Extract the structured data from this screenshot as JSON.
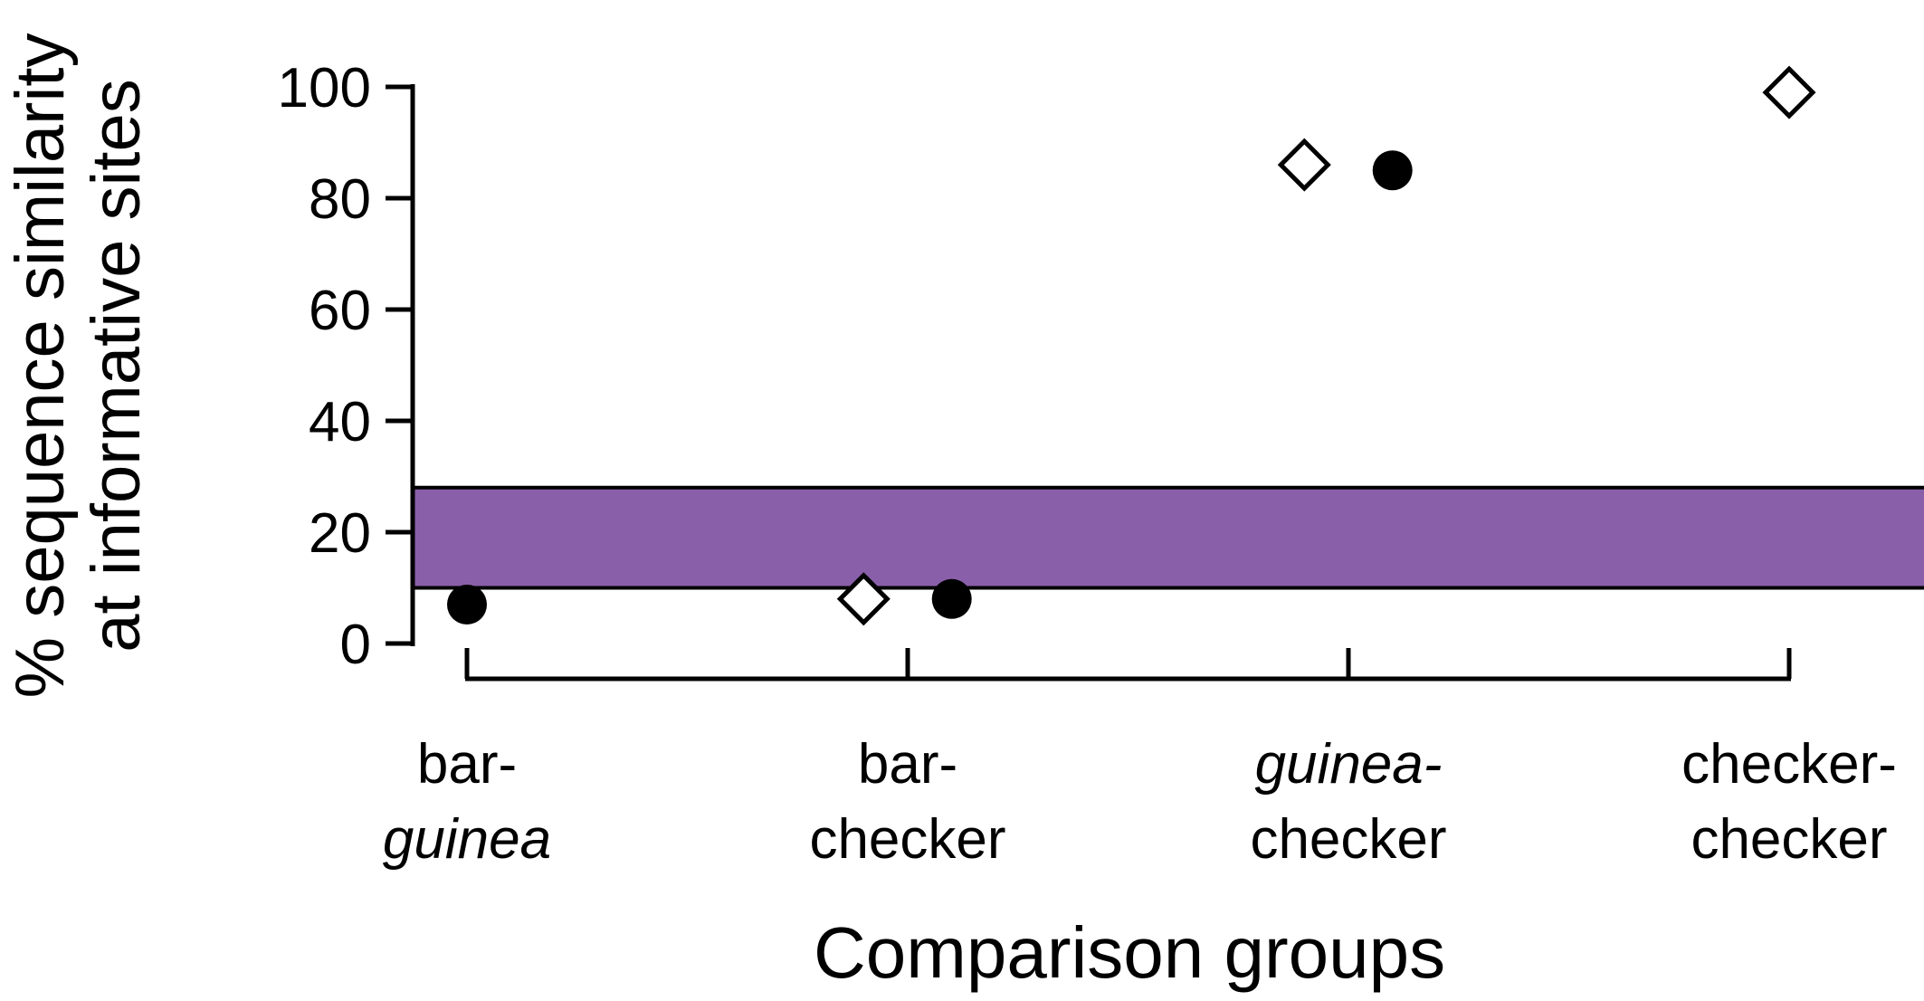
{
  "figure": {
    "background": "#ffffff",
    "y_axis_title_line1": "% sequence similarity",
    "y_axis_title_line2": "at informative sites",
    "x_axis_title": "Comparison groups"
  },
  "chart_data": {
    "type": "scatter",
    "title": "",
    "xlabel": "Comparison groups",
    "ylabel": "% sequence similarity at informative sites",
    "ylim": [
      0,
      100
    ],
    "yticks": [
      0,
      20,
      40,
      60,
      80,
      100
    ],
    "grid": false,
    "legend": "none",
    "categories": [
      {
        "id": "bar-guinea",
        "label_line1": "bar-",
        "label_line2": "guinea",
        "italic_line1": false,
        "italic_line2": true
      },
      {
        "id": "bar-checker",
        "label_line1": "bar-",
        "label_line2": "checker",
        "italic_line1": false,
        "italic_line2": false
      },
      {
        "id": "guinea-checker",
        "label_line1": "guinea-",
        "label_line2": "checker",
        "italic_line1": true,
        "italic_line2": false
      },
      {
        "id": "checker-checker",
        "label_line1": "checker-",
        "label_line2": "checker",
        "italic_line1": false,
        "italic_line2": false
      }
    ],
    "series": [
      {
        "name": "filled circle",
        "marker": "circle",
        "color": "#000000",
        "points": [
          {
            "category_index": 0,
            "value": 7,
            "offset": 0.0
          },
          {
            "category_index": 1,
            "value": 8,
            "offset": 0.1
          },
          {
            "category_index": 2,
            "value": 85,
            "offset": 0.1
          }
        ]
      },
      {
        "name": "open diamond",
        "marker": "diamond",
        "fill": "#ffffff",
        "stroke": "#000000",
        "points": [
          {
            "category_index": 1,
            "value": 8,
            "offset": -0.1
          },
          {
            "category_index": 2,
            "value": 86,
            "offset": -0.1
          },
          {
            "category_index": 3,
            "value": 99,
            "offset": 0.0
          }
        ]
      }
    ],
    "reference_band": {
      "ymin": 10,
      "ymax": 28,
      "fill": "#8a5fa9",
      "border_color": "#000000"
    }
  }
}
